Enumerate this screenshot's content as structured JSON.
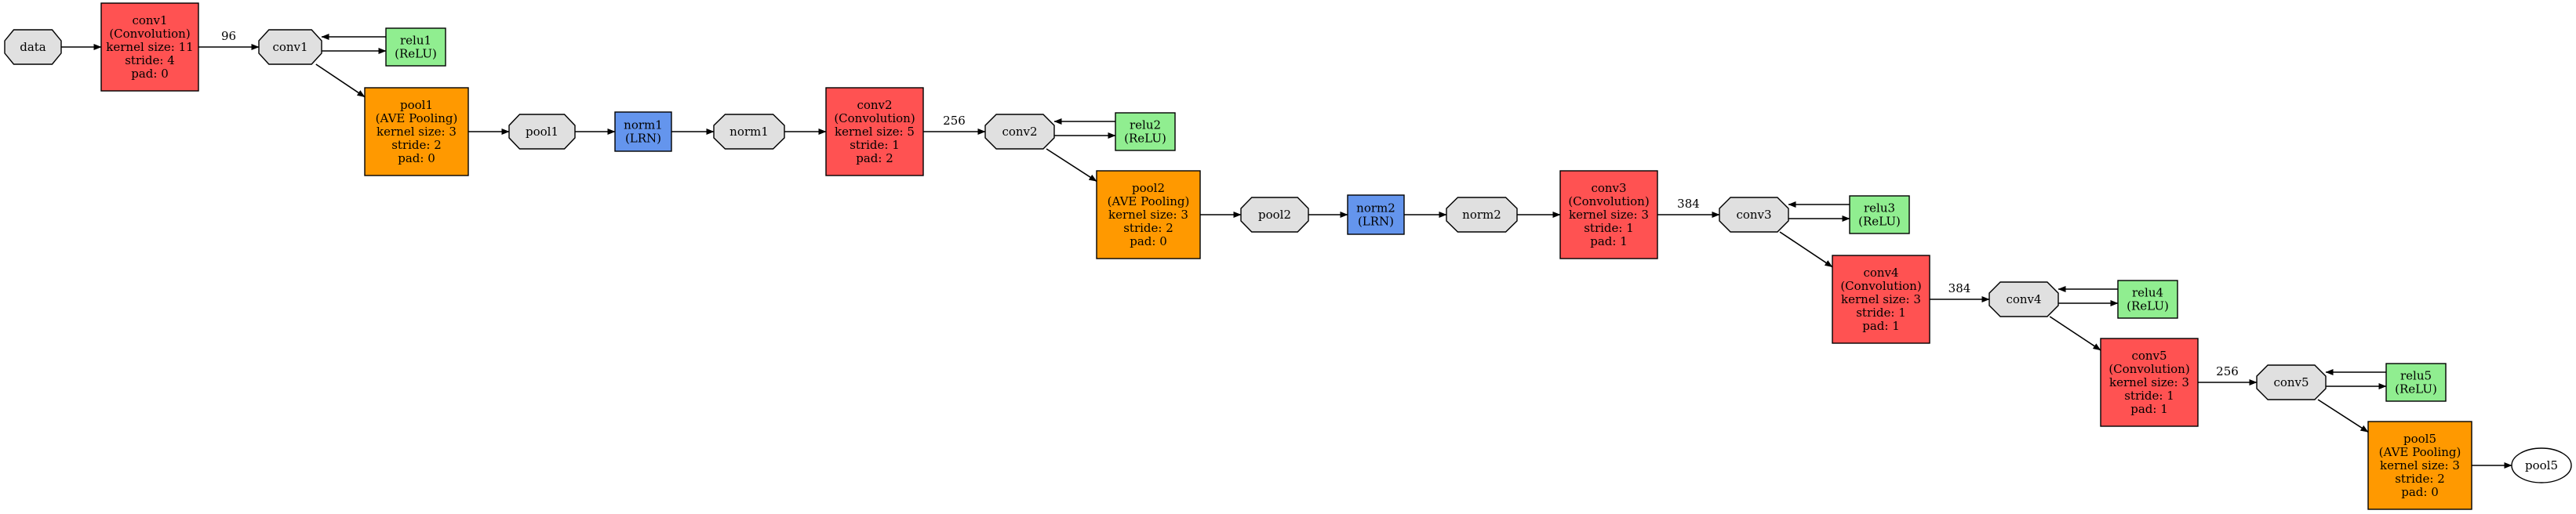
{
  "colors": {
    "convolution": "#ff5252",
    "pooling": "#ff9900",
    "relu": "#90ee90",
    "lrn": "#6495ed",
    "blob": "#e0e0e0",
    "output": "#ffffff",
    "stroke": "#000000"
  },
  "layers": [
    {
      "id": "conv1",
      "kind": "convolution",
      "lines": [
        "conv1",
        "(Convolution)",
        "kernel size: 11",
        "stride: 4",
        "pad: 0"
      ]
    },
    {
      "id": "relu1",
      "kind": "relu",
      "lines": [
        "relu1",
        "(ReLU)"
      ]
    },
    {
      "id": "pool1",
      "kind": "pooling",
      "lines": [
        "pool1",
        "(AVE Pooling)",
        "kernel size: 3",
        "stride: 2",
        "pad: 0"
      ]
    },
    {
      "id": "norm1",
      "kind": "lrn",
      "lines": [
        "norm1",
        "(LRN)"
      ]
    },
    {
      "id": "conv2",
      "kind": "convolution",
      "lines": [
        "conv2",
        "(Convolution)",
        "kernel size: 5",
        "stride: 1",
        "pad: 2"
      ]
    },
    {
      "id": "relu2",
      "kind": "relu",
      "lines": [
        "relu2",
        "(ReLU)"
      ]
    },
    {
      "id": "pool2",
      "kind": "pooling",
      "lines": [
        "pool2",
        "(AVE Pooling)",
        "kernel size: 3",
        "stride: 2",
        "pad: 0"
      ]
    },
    {
      "id": "norm2",
      "kind": "lrn",
      "lines": [
        "norm2",
        "(LRN)"
      ]
    },
    {
      "id": "conv3",
      "kind": "convolution",
      "lines": [
        "conv3",
        "(Convolution)",
        "kernel size: 3",
        "stride: 1",
        "pad: 1"
      ]
    },
    {
      "id": "relu3",
      "kind": "relu",
      "lines": [
        "relu3",
        "(ReLU)"
      ]
    },
    {
      "id": "conv4",
      "kind": "convolution",
      "lines": [
        "conv4",
        "(Convolution)",
        "kernel size: 3",
        "stride: 1",
        "pad: 1"
      ]
    },
    {
      "id": "relu4",
      "kind": "relu",
      "lines": [
        "relu4",
        "(ReLU)"
      ]
    },
    {
      "id": "conv5",
      "kind": "convolution",
      "lines": [
        "conv5",
        "(Convolution)",
        "kernel size: 3",
        "stride: 1",
        "pad: 1"
      ]
    },
    {
      "id": "relu5",
      "kind": "relu",
      "lines": [
        "relu5",
        "(ReLU)"
      ]
    },
    {
      "id": "pool5",
      "kind": "pooling",
      "lines": [
        "pool5",
        "(AVE Pooling)",
        "kernel size: 3",
        "stride: 2",
        "pad: 0"
      ]
    }
  ],
  "blobs": [
    {
      "id": "data",
      "label": "data",
      "shape": "octagon"
    },
    {
      "id": "b_conv1",
      "label": "conv1",
      "shape": "octagon"
    },
    {
      "id": "b_pool1",
      "label": "pool1",
      "shape": "octagon"
    },
    {
      "id": "b_norm1",
      "label": "norm1",
      "shape": "octagon"
    },
    {
      "id": "b_conv2",
      "label": "conv2",
      "shape": "octagon"
    },
    {
      "id": "b_pool2",
      "label": "pool2",
      "shape": "octagon"
    },
    {
      "id": "b_norm2",
      "label": "norm2",
      "shape": "octagon"
    },
    {
      "id": "b_conv3",
      "label": "conv3",
      "shape": "octagon"
    },
    {
      "id": "b_conv4",
      "label": "conv4",
      "shape": "octagon"
    },
    {
      "id": "b_conv5",
      "label": "conv5",
      "shape": "octagon"
    },
    {
      "id": "b_pool5",
      "label": "pool5",
      "shape": "ellipse"
    }
  ],
  "edges": [
    {
      "from": "data",
      "to": "conv1",
      "label": ""
    },
    {
      "from": "conv1",
      "to": "b_conv1",
      "label": "96"
    },
    {
      "from": "b_conv1",
      "to": "relu1",
      "label": ""
    },
    {
      "from": "relu1",
      "to": "b_conv1",
      "label": ""
    },
    {
      "from": "b_conv1",
      "to": "pool1",
      "label": ""
    },
    {
      "from": "pool1",
      "to": "b_pool1",
      "label": ""
    },
    {
      "from": "b_pool1",
      "to": "norm1",
      "label": ""
    },
    {
      "from": "norm1",
      "to": "b_norm1",
      "label": ""
    },
    {
      "from": "b_norm1",
      "to": "conv2",
      "label": ""
    },
    {
      "from": "conv2",
      "to": "b_conv2",
      "label": "256"
    },
    {
      "from": "b_conv2",
      "to": "relu2",
      "label": ""
    },
    {
      "from": "relu2",
      "to": "b_conv2",
      "label": ""
    },
    {
      "from": "b_conv2",
      "to": "pool2",
      "label": ""
    },
    {
      "from": "pool2",
      "to": "b_pool2",
      "label": ""
    },
    {
      "from": "b_pool2",
      "to": "norm2",
      "label": ""
    },
    {
      "from": "norm2",
      "to": "b_norm2",
      "label": ""
    },
    {
      "from": "b_norm2",
      "to": "conv3",
      "label": ""
    },
    {
      "from": "conv3",
      "to": "b_conv3",
      "label": "384"
    },
    {
      "from": "b_conv3",
      "to": "relu3",
      "label": ""
    },
    {
      "from": "relu3",
      "to": "b_conv3",
      "label": ""
    },
    {
      "from": "b_conv3",
      "to": "conv4",
      "label": ""
    },
    {
      "from": "conv4",
      "to": "b_conv4",
      "label": "384"
    },
    {
      "from": "b_conv4",
      "to": "relu4",
      "label": ""
    },
    {
      "from": "relu4",
      "to": "b_conv4",
      "label": ""
    },
    {
      "from": "b_conv4",
      "to": "conv5",
      "label": ""
    },
    {
      "from": "conv5",
      "to": "b_conv5",
      "label": "256"
    },
    {
      "from": "b_conv5",
      "to": "relu5",
      "label": ""
    },
    {
      "from": "relu5",
      "to": "b_conv5",
      "label": ""
    },
    {
      "from": "b_conv5",
      "to": "pool5",
      "label": ""
    },
    {
      "from": "pool5",
      "to": "b_pool5",
      "label": ""
    }
  ]
}
